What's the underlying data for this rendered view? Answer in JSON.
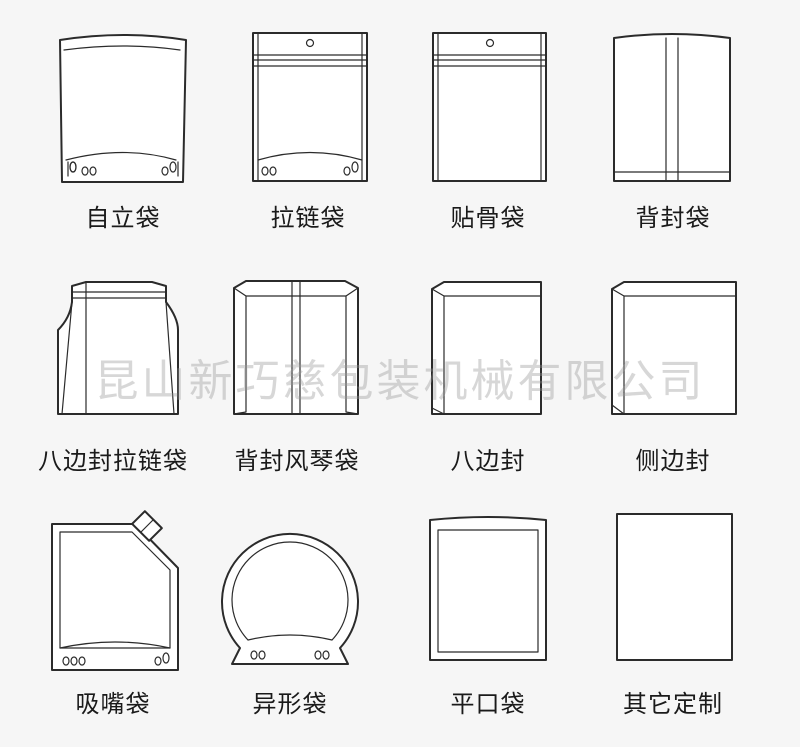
{
  "watermark": "昆山新巧慈包装机械有限公司",
  "bags": [
    {
      "id": "stand-up",
      "label": "自立袋"
    },
    {
      "id": "zipper",
      "label": "拉链袋"
    },
    {
      "id": "tear-edge",
      "label": "贴骨袋"
    },
    {
      "id": "back-seal",
      "label": "背封袋"
    },
    {
      "id": "eight-side-zipper",
      "label": "八边封拉链袋"
    },
    {
      "id": "back-seal-gusset",
      "label": "背封风琴袋"
    },
    {
      "id": "eight-side",
      "label": "八边封"
    },
    {
      "id": "side-seal",
      "label": "侧边封"
    },
    {
      "id": "spout",
      "label": "吸嘴袋"
    },
    {
      "id": "shaped",
      "label": "异形袋"
    },
    {
      "id": "flat",
      "label": "平口袋"
    },
    {
      "id": "custom",
      "label": "其它定制"
    }
  ],
  "colors": {
    "stroke": "#2b2b2b",
    "background": "#f6f6f6",
    "watermark": "#969696"
  }
}
